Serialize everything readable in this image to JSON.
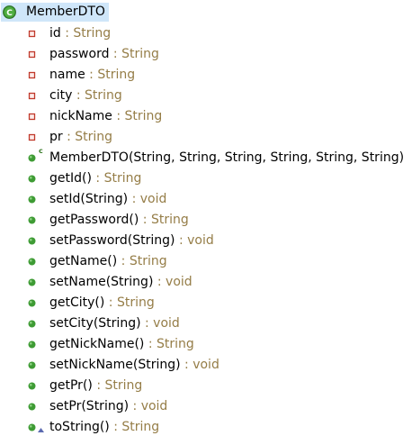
{
  "outline": {
    "class_name": "MemberDTO",
    "class_icon": "class-c-icon",
    "fields": [
      {
        "name": "id",
        "sep": " : ",
        "type": "String"
      },
      {
        "name": "password",
        "sep": " : ",
        "type": "String"
      },
      {
        "name": "name",
        "sep": " : ",
        "type": "String"
      },
      {
        "name": "city",
        "sep": " : ",
        "type": "String"
      },
      {
        "name": "nickName",
        "sep": " : ",
        "type": "String"
      },
      {
        "name": "pr",
        "sep": " : ",
        "type": "String"
      }
    ],
    "constructor": {
      "signature": "MemberDTO(String, String, String, String, String, String)",
      "marker": "c"
    },
    "methods": [
      {
        "name": "getId()",
        "sep": " : ",
        "type": "String"
      },
      {
        "name": "setId(String)",
        "sep": " : ",
        "type": "void"
      },
      {
        "name": "getPassword()",
        "sep": " : ",
        "type": "String"
      },
      {
        "name": "setPassword(String)",
        "sep": " : ",
        "type": "void"
      },
      {
        "name": "getName()",
        "sep": " : ",
        "type": "String"
      },
      {
        "name": "setName(String)",
        "sep": " : ",
        "type": "void"
      },
      {
        "name": "getCity()",
        "sep": " : ",
        "type": "String"
      },
      {
        "name": "setCity(String)",
        "sep": " : ",
        "type": "void"
      },
      {
        "name": "getNickName()",
        "sep": " : ",
        "type": "String"
      },
      {
        "name": "setNickName(String)",
        "sep": " : ",
        "type": "void"
      },
      {
        "name": "getPr()",
        "sep": " : ",
        "type": "String"
      },
      {
        "name": "setPr(String)",
        "sep": " : ",
        "type": "void"
      }
    ],
    "override_method": {
      "name": "toString()",
      "sep": " : ",
      "type": "String"
    },
    "colors": {
      "selection": "#cfe6f9",
      "type_text": "#957d47",
      "public_method": "#3e9b34",
      "private_field": "#c0392b",
      "class_icon": "#3a8d2f"
    }
  }
}
